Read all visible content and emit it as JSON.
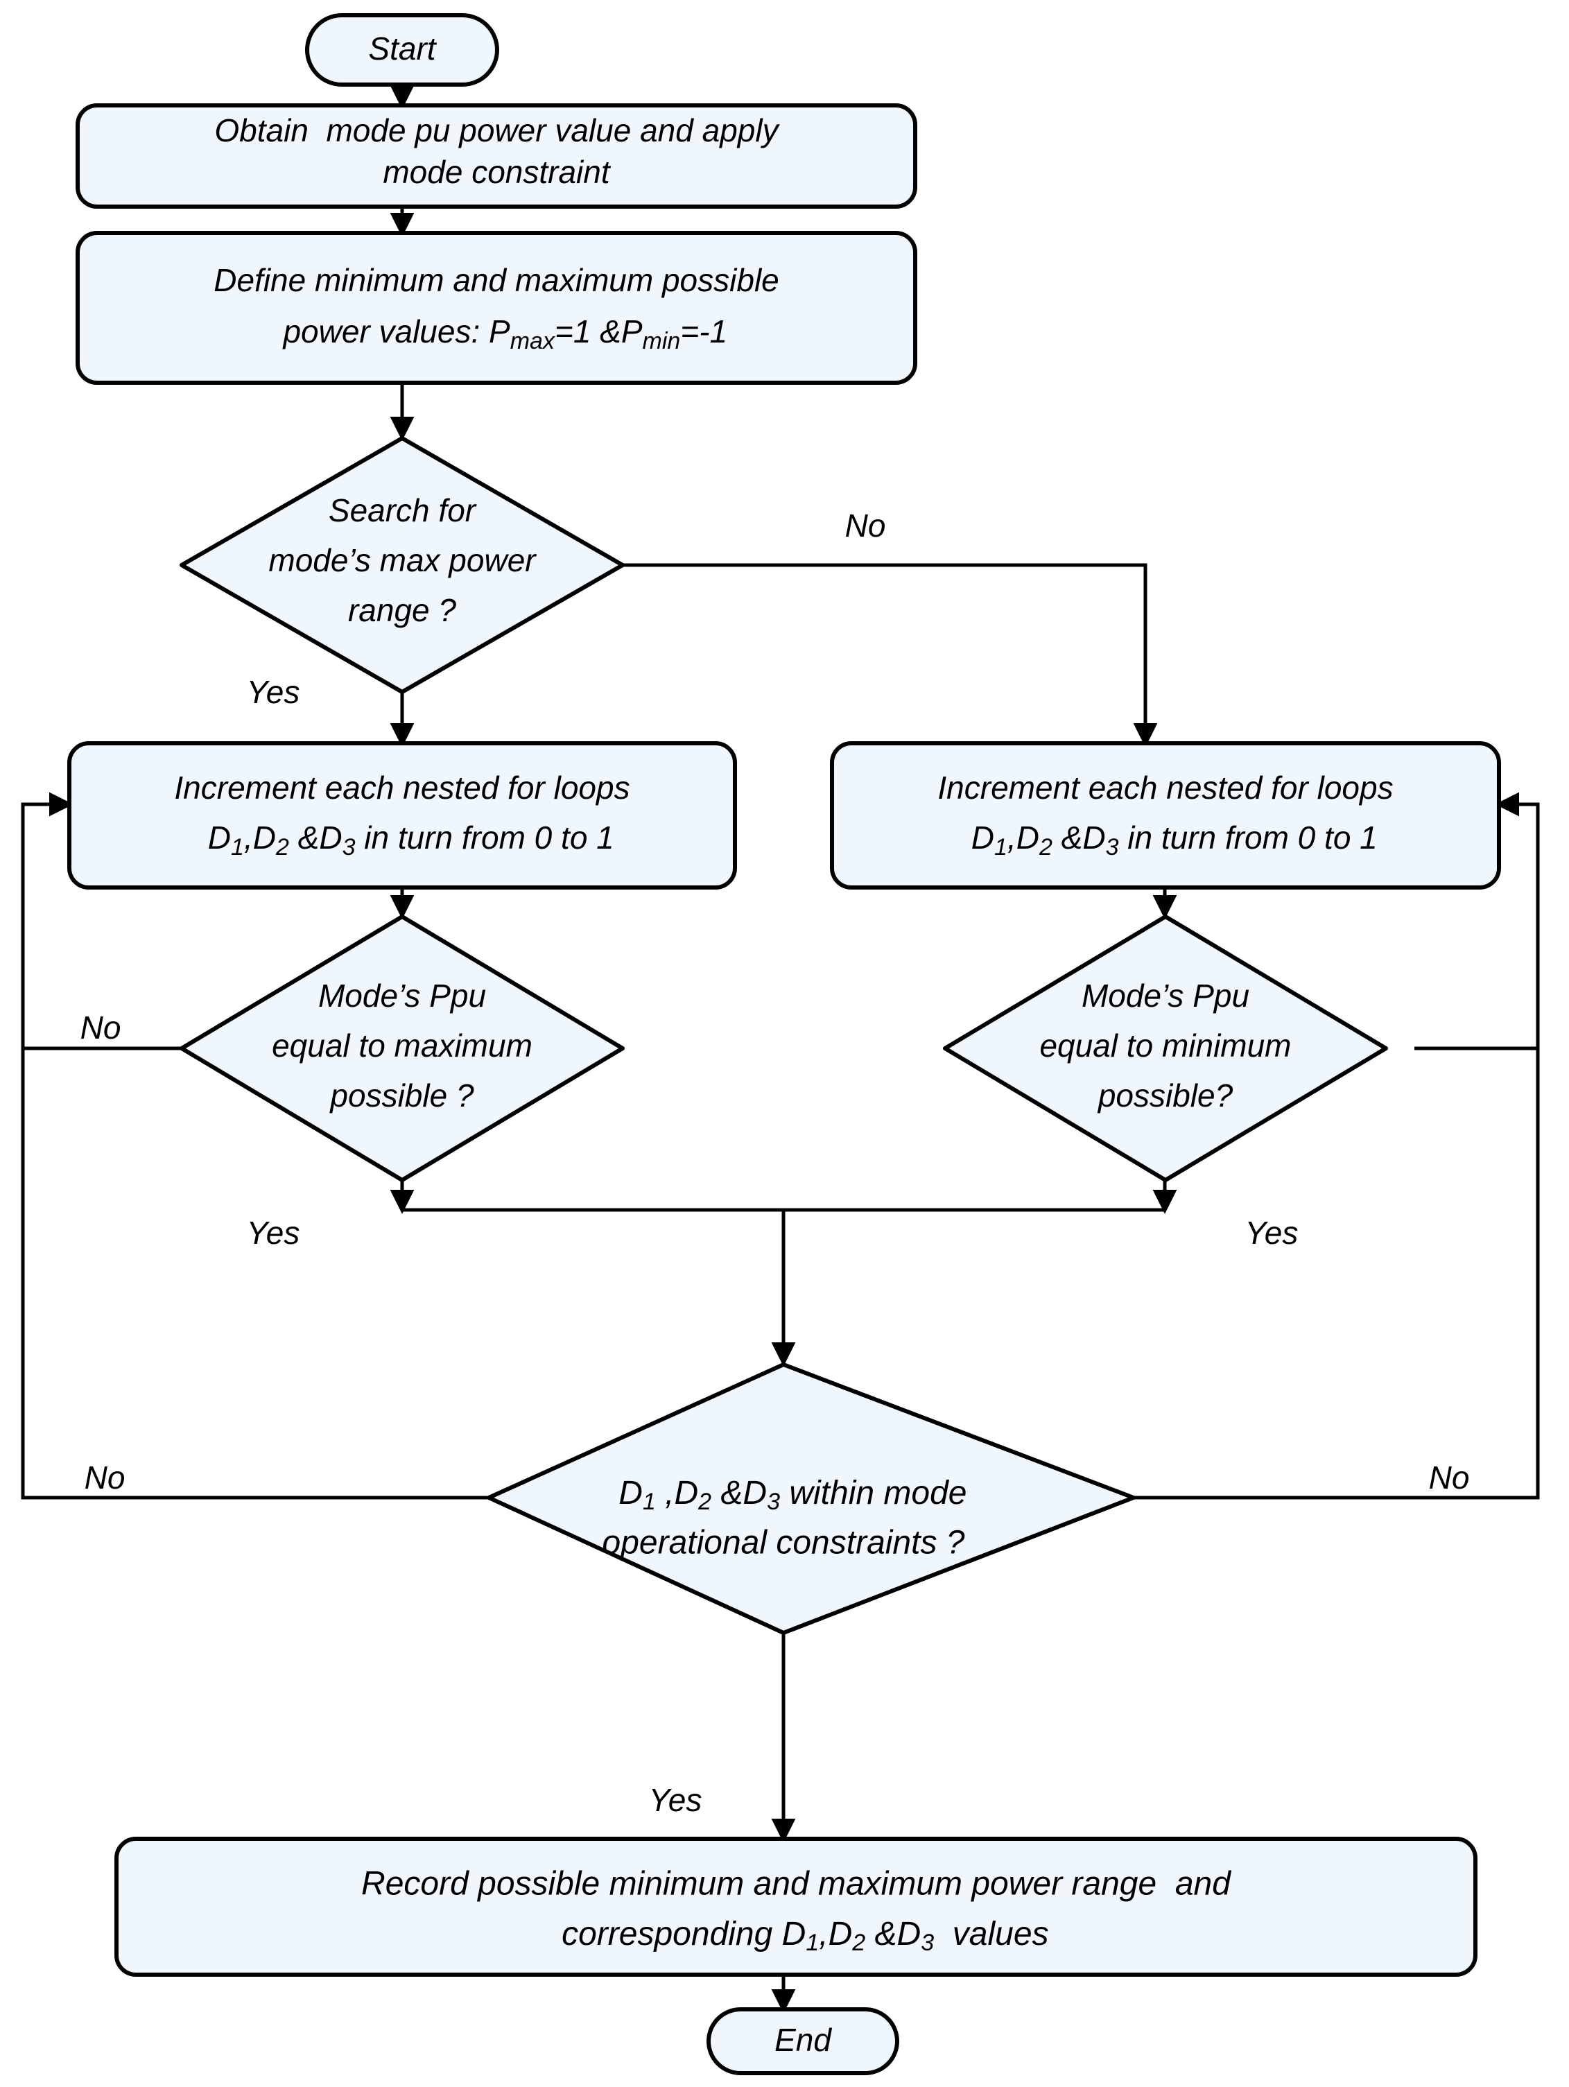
{
  "diagram": {
    "title": "Mode power range search flowchart",
    "colors": {
      "node_fill": "#eff7fc",
      "node_stroke": "#000000",
      "connector": "#000000",
      "background": "#ffffff"
    },
    "nodes": {
      "start": {
        "label": "Start",
        "shape": "terminator"
      },
      "obtain": {
        "line1": "Obtain  mode pu power value and apply",
        "line2": "mode constraint",
        "shape": "process"
      },
      "define": {
        "line1": "Define minimum and maximum possible",
        "line2_pre": "power values: P",
        "line2_sub1": "max",
        "line2_mid": "=1 &P",
        "line2_sub2": "min",
        "line2_post": "=-1",
        "shape": "process"
      },
      "search_decision": {
        "line1": "Search for",
        "line2": "mode’s max power",
        "line3": "range ?",
        "shape": "decision"
      },
      "increment_left": {
        "line1": "Increment each nested for loops",
        "line2_pre": "D",
        "line2_s1": "1",
        "line2_a": ",D",
        "line2_s2": "2",
        "line2_b": " &D",
        "line2_s3": "3",
        "line2_c": " in turn from 0 to 1",
        "shape": "process"
      },
      "increment_right": {
        "line1": "Increment each nested for loops",
        "line2_pre": "D",
        "line2_s1": "1",
        "line2_a": ",D",
        "line2_s2": "2",
        "line2_b": " &D",
        "line2_s3": "3",
        "line2_c": " in turn from 0 to 1",
        "shape": "process"
      },
      "max_decision": {
        "line1": "Mode’s Ppu",
        "line2": "equal to maximum",
        "line3": "possible ?",
        "shape": "decision"
      },
      "min_decision": {
        "line1": "Mode’s Ppu",
        "line2": "equal to minimum",
        "line3": "possible?",
        "shape": "decision"
      },
      "constraints_decision": {
        "line1_pre": "D",
        "line1_s1": "1",
        "line1_a": " ,D",
        "line1_s2": "2",
        "line1_b": " &D",
        "line1_s3": "3",
        "line1_c": " within mode",
        "line2": "operational constraints ?",
        "shape": "decision"
      },
      "record": {
        "line1": "Record possible minimum and maximum power range  and",
        "line2_pre": "corresponding D",
        "line2_s1": "1",
        "line2_a": ",D",
        "line2_s2": "2",
        "line2_b": " &D",
        "line2_s3": "3",
        "line2_c": "  values",
        "shape": "process"
      },
      "end": {
        "label": "End",
        "shape": "terminator"
      }
    },
    "edge_labels": {
      "search_no": "No",
      "search_yes": "Yes",
      "max_no": "No",
      "max_yes": "Yes",
      "min_yes": "Yes",
      "constraints_no_left": "No",
      "constraints_no_right": "No",
      "constraints_yes": "Yes"
    }
  }
}
